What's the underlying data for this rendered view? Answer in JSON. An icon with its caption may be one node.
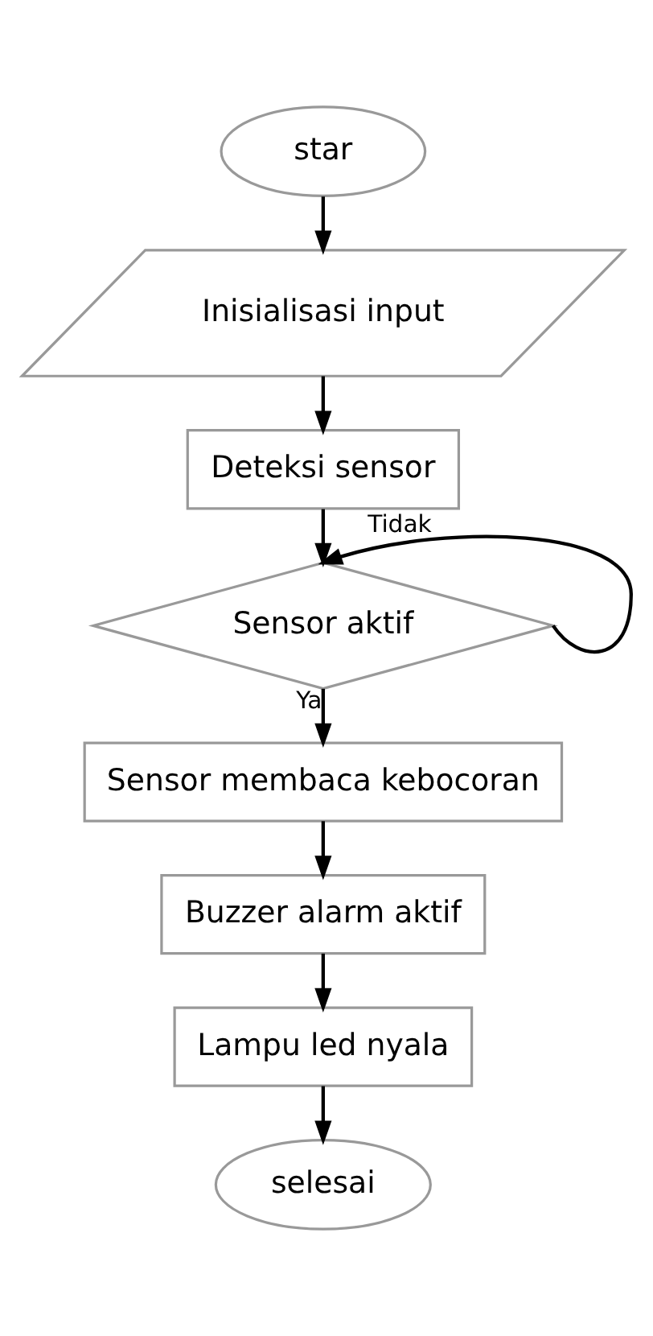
{
  "diagram": {
    "nodes": [
      {
        "text": [
          "star"
        ]
      },
      {
        "text": [
          "Inisialisasi input"
        ]
      },
      {
        "text": [
          "Deteksi sensor"
        ]
      },
      {
        "text": [
          "Sensor aktif"
        ]
      },
      {
        "text": [
          "Sensor membaca kebocoran"
        ]
      },
      {
        "text": [
          "Buzzer alarm aktif"
        ]
      },
      {
        "text": [
          "Lampu led nyala"
        ]
      },
      {
        "text": [
          "selesai"
        ]
      }
    ],
    "edges": [
      {
        "from": 0,
        "to": 1,
        "arrow": "to"
      },
      {
        "from": 1,
        "to": 2,
        "arrow": "to"
      },
      {
        "from": 2,
        "to": 3,
        "arrow": "to"
      },
      {
        "from": 3,
        "to": 3,
        "arrow": "to",
        "label": "Tidak"
      },
      {
        "from": 3,
        "to": 4,
        "arrow": "to",
        "label": "Ya"
      },
      {
        "from": 4,
        "to": 5,
        "arrow": "to"
      },
      {
        "from": 5,
        "to": 6,
        "arrow": "to"
      },
      {
        "from": 6,
        "to": 7,
        "arrow": "to"
      }
    ]
  }
}
